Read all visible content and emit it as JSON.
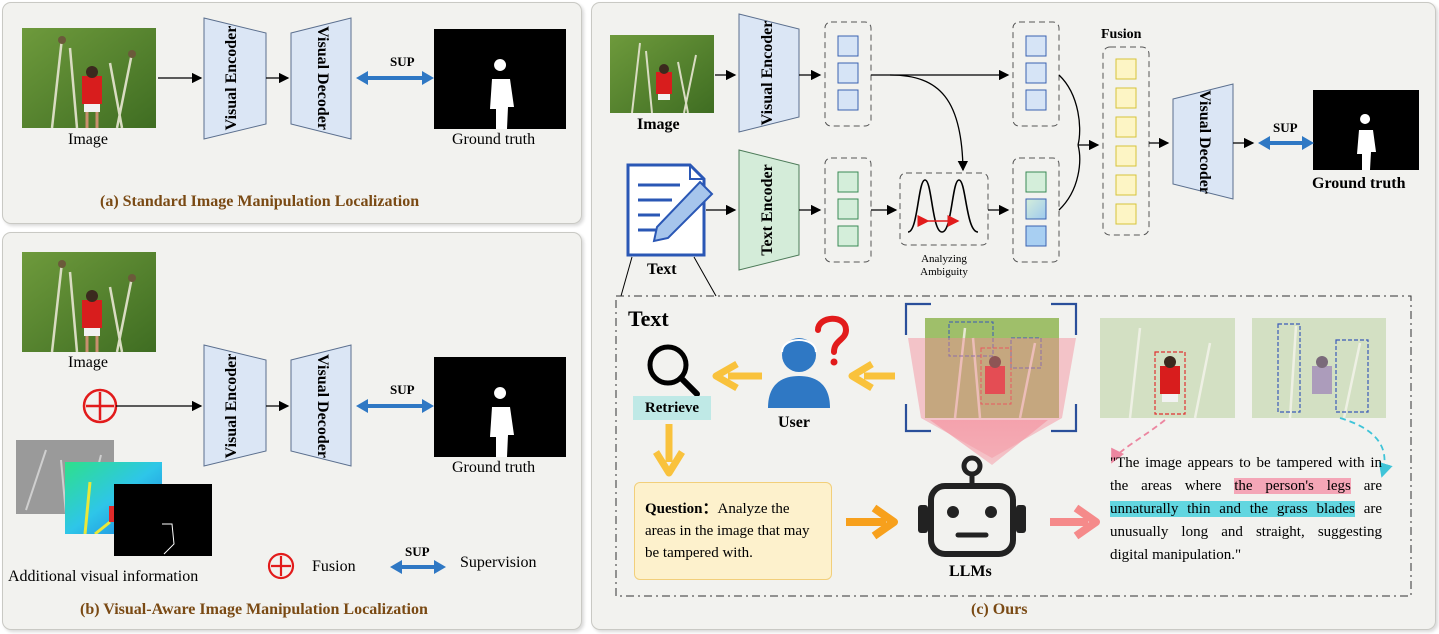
{
  "panel_a": {
    "image_label": "Image",
    "encoder": "Visual Encoder",
    "decoder": "Visual Decoder",
    "sup": "SUP",
    "gt_label": "Ground truth",
    "caption": "(a) Standard Image Manipulation Localization"
  },
  "panel_b": {
    "image_label": "Image",
    "encoder": "Visual Encoder",
    "decoder": "Visual Decoder",
    "sup": "SUP",
    "gt_label": "Ground truth",
    "additional_label": "Additional visual information",
    "legend_fusion": "Fusion",
    "legend_sup": "SUP",
    "legend_supervision": "Supervision",
    "caption": "(b) Visual-Aware Image Manipulation Localization"
  },
  "panel_c": {
    "image_label": "Image",
    "text_label": "Text",
    "visual_encoder": "Visual Encoder",
    "text_encoder": "Text Encoder",
    "ambiguity_label": "Analyzing Ambiguity",
    "fusion_label": "Fusion",
    "decoder": "Visual Decoder",
    "sup": "SUP",
    "gt_label": "Ground truth",
    "detail_title": "Text",
    "retrieve": "Retrieve",
    "user": "User",
    "llms": "LLMs",
    "question_label": "Question：",
    "question_text": "Analyze the areas in the image that may be tampered with.",
    "quote_pre": "\"The image appears to be tampered with in the areas where ",
    "quote_hl1": "the person's legs",
    "quote_mid1": " are ",
    "quote_hl2": "unnaturally thin and the grass blades",
    "quote_post": " are unusually long and straight, suggesting digital manipulation.\"",
    "caption": "(c) Ours"
  },
  "colors": {
    "encoder_fill": "#dbe6f5",
    "text_encoder_fill": "#d4ecd9",
    "caption_color": "#7a4a14",
    "sup_arrow": "#2f78c4",
    "fusion_red": "#e21b1b",
    "highlight_pink": "#f4a6b7",
    "highlight_cyan": "#62d6e0",
    "question_bg": "#fdf1cc"
  }
}
